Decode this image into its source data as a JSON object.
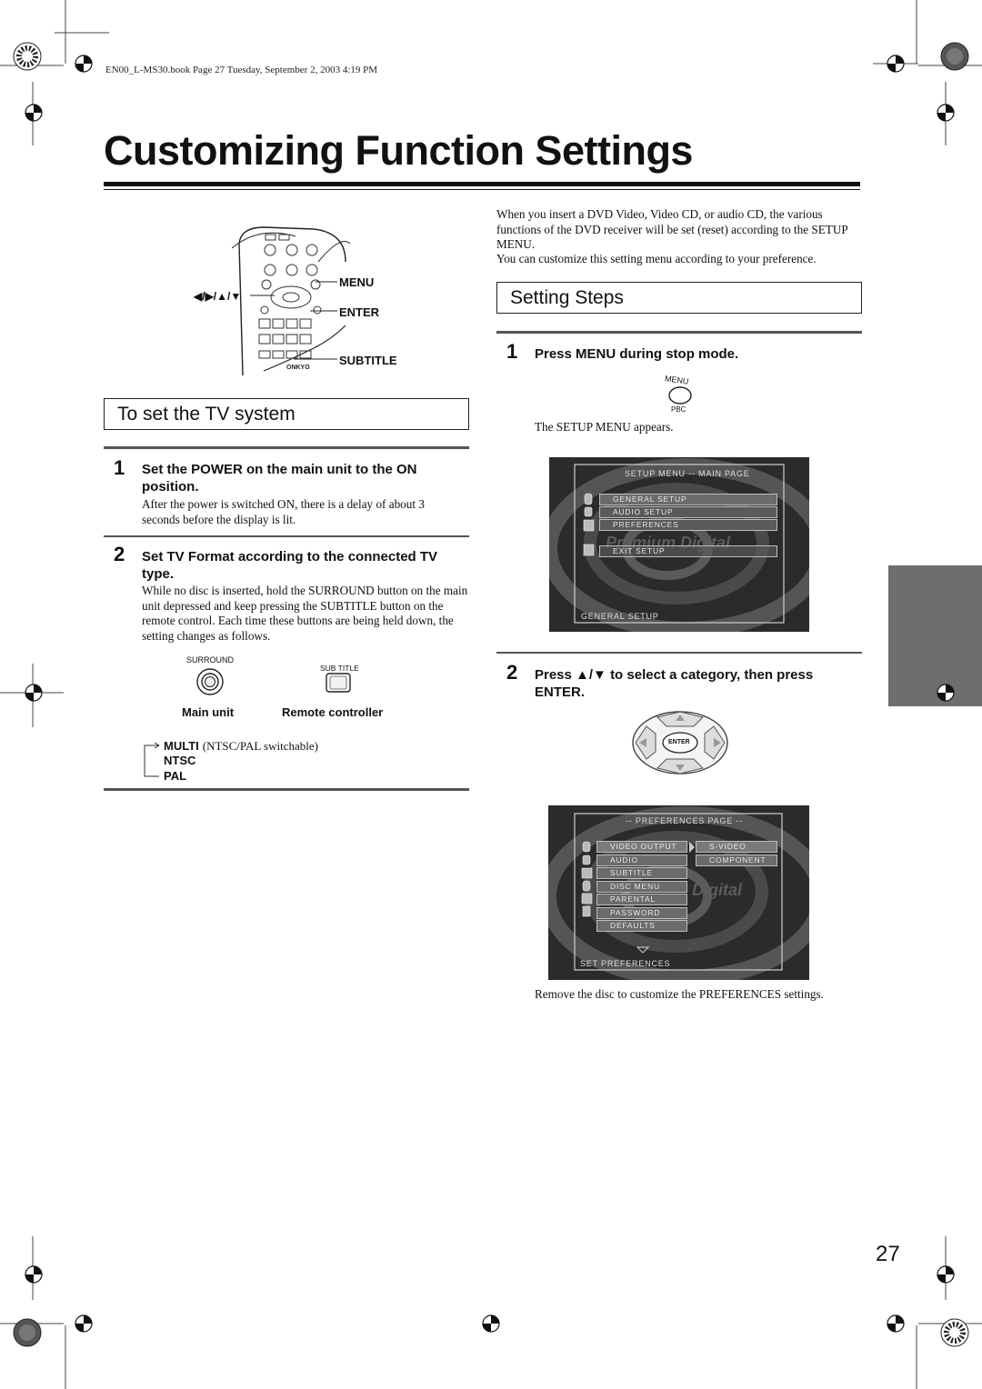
{
  "header": {
    "book_info": "EN00_L-MS30.book  Page 27  Tuesday, September 2, 2003  4:19 PM"
  },
  "page": {
    "title": "Customizing Function Settings",
    "number": "27"
  },
  "left": {
    "remote_labels": {
      "arrows": "◀/▶/▲/▼",
      "menu": "MENU",
      "enter": "ENTER",
      "subtitle": "SUBTITLE"
    },
    "section_title": "To set the TV system",
    "step1": {
      "num": "1",
      "title": "Set the POWER on the main unit to the ON position.",
      "body": "After the power is switched ON, there is a delay of about 3 seconds before the display is lit."
    },
    "step2": {
      "num": "2",
      "title": "Set TV Format according to the connected TV type.",
      "body": "While no disc is inserted, hold the SURROUND button on the main unit depressed and keep pressing the SUBTITLE button on the remote control. Each time these buttons are being held down, the setting changes as follows."
    },
    "buttons": {
      "surround": "SURROUND",
      "subtitle": "SUB TITLE",
      "main_unit": "Main unit",
      "remote_controller": "Remote controller"
    },
    "cycle": {
      "multi": "MULTI",
      "multi_note": "(NTSC/PAL switchable)",
      "ntsc": "NTSC",
      "pal": "PAL"
    }
  },
  "right": {
    "intro1": "When you insert a DVD Video, Video CD, or audio CD, the various functions of the DVD receiver will be set (reset) according to the SETUP MENU.",
    "intro2": "You can customize this setting menu according to your preference.",
    "section_title": "Setting Steps",
    "step1": {
      "num": "1",
      "title": "Press MENU during stop mode.",
      "menu_btn": "MENU",
      "pbc": "PBC",
      "note": "The SETUP MENU appears."
    },
    "screen1": {
      "title": "SETUP MENU -- MAIN PAGE",
      "items": [
        "GENERAL SETUP",
        "AUDIO SETUP",
        "PREFERENCES",
        "EXIT SETUP"
      ],
      "watermark": "Premium Digital",
      "footer": "GENERAL SETUP"
    },
    "step2": {
      "num": "2",
      "title": "Press ▲/▼ to select a category, then press ENTER.",
      "enter_btn": "ENTER"
    },
    "screen2": {
      "title": "-- PREFERENCES PAGE --",
      "items": [
        "VIDEO OUTPUT",
        "AUDIO",
        "SUBTITLE",
        "DISC MENU",
        "PARENTAL",
        "PASSWORD",
        "DEFAULTS"
      ],
      "options": [
        "S-VIDEO",
        "COMPONENT"
      ],
      "watermark": "Digital",
      "footer": "SET PREFERENCES"
    },
    "final_note": "Remove the disc to customize the PREFERENCES settings."
  }
}
